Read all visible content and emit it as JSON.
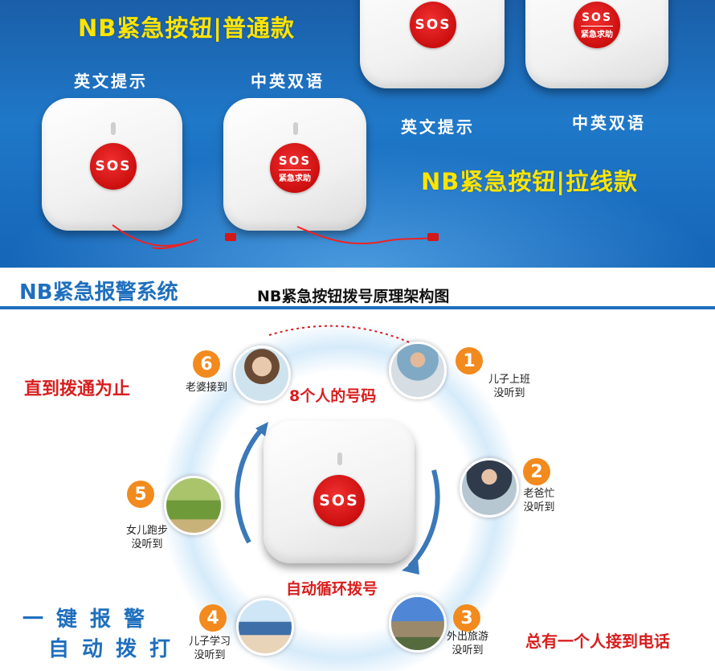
{
  "top": {
    "regular_title": "NB紧急按钮|普通款",
    "pull_title": "NB紧急按钮|拉线款",
    "label_en": "英文提示",
    "label_bi": "中英双语",
    "label_en_2": "英文提示",
    "label_bi_2": "中英双语",
    "sos_text": "SOS",
    "sos_sub": "紧急求助"
  },
  "header": {
    "system_title": "NB紧急报警系统",
    "diagram_title": "NB紧急按钮拨号原理架构图"
  },
  "diagram": {
    "until_connected": "直到拨通为止",
    "eight_numbers": "8个人的号码",
    "auto_loop": "自动循环拨号",
    "always_answer": "总有一个人接到电话",
    "slogan_line1": "一键报警",
    "slogan_line2": "自动拨打",
    "center_sos": "SOS",
    "nodes": [
      {
        "num": "1",
        "line1": "儿子上班",
        "line2": "没听到"
      },
      {
        "num": "2",
        "line1": "老爸忙",
        "line2": "没听到"
      },
      {
        "num": "3",
        "line1": "外出旅游",
        "line2": "没听到"
      },
      {
        "num": "4",
        "line1": "儿子学习",
        "line2": "没听到"
      },
      {
        "num": "5",
        "line1": "女儿跑步",
        "line2": "没听到"
      },
      {
        "num": "6",
        "line1": "老婆接到",
        "line2": ""
      }
    ]
  },
  "colors": {
    "banner_blue": "#1f78c8",
    "title_yellow": "#ffe400",
    "sos_red": "#d81e1e",
    "number_orange": "#f28a1d",
    "accent_blue": "#1f6fbd"
  }
}
